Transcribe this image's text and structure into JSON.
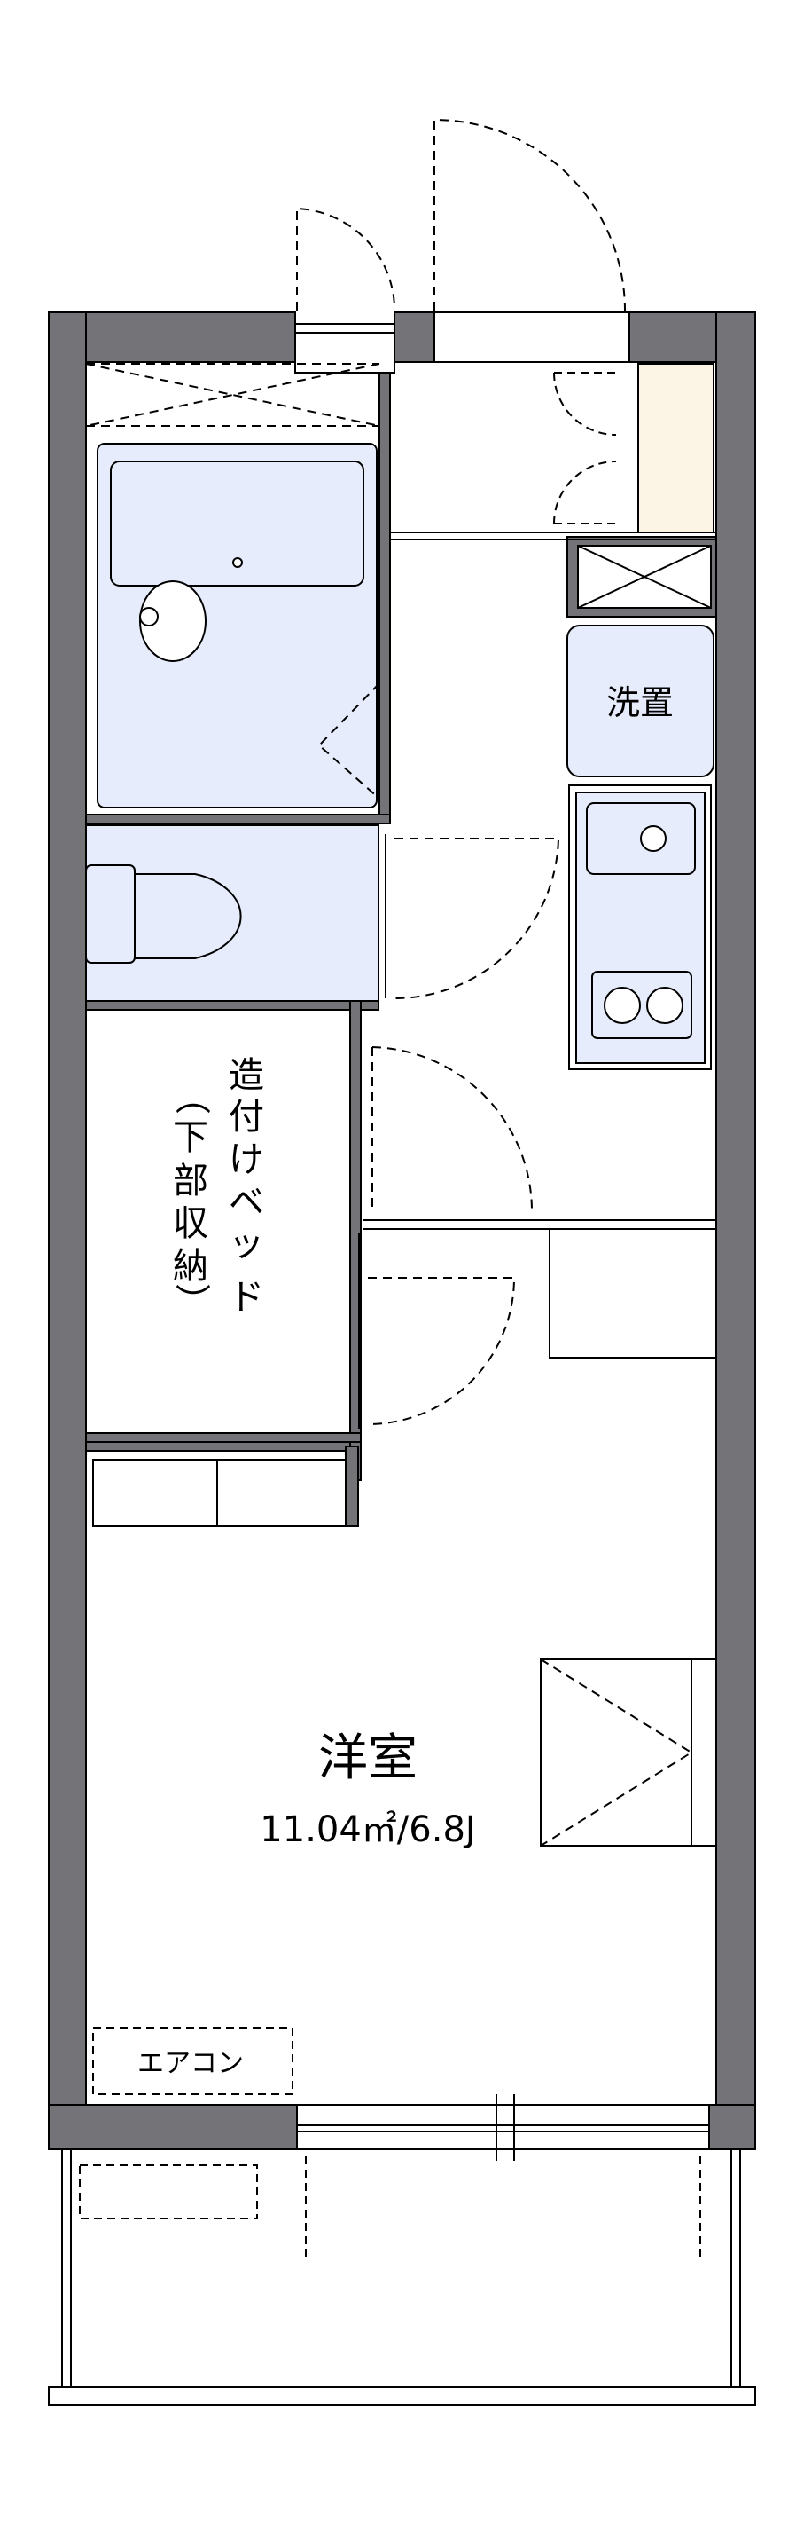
{
  "rooms": {
    "western_room_label": "洋室",
    "western_room_area": "11.04㎡/6.8J",
    "washer_label": "洗置",
    "built_in_bed_label": [
      "造",
      "付",
      "け",
      "ベ",
      "ッ",
      "ド"
    ],
    "storage_label": [
      "（",
      "下",
      "部",
      "収",
      "納",
      "）"
    ],
    "aircon_label": "エアコン"
  },
  "colors": {
    "wall": "#747478",
    "fixture_fill": "#e6ecfb",
    "shoe_box_fill": "#fcf5e6",
    "line": "#000000"
  }
}
